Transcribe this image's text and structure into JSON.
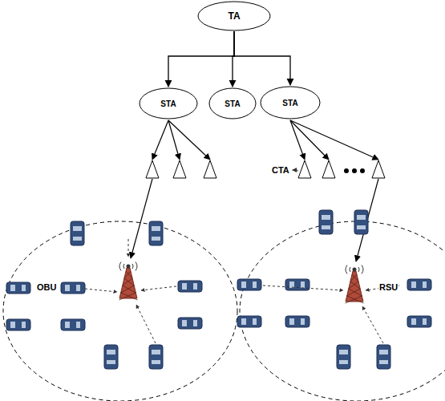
{
  "diagram": {
    "nodes": [
      {
        "text": [
          "TA"
        ]
      },
      {
        "text": [
          "STA"
        ]
      },
      {
        "text": [
          "STA"
        ]
      },
      {
        "text": [
          "STA"
        ]
      }
    ],
    "edges": [
      {
        "from": 0,
        "to": 1,
        "arrow": "to"
      },
      {
        "from": 0,
        "to": 2,
        "arrow": "to"
      },
      {
        "from": 0,
        "to": 3,
        "arrow": "to"
      }
    ],
    "labels": [
      "CTA",
      "OBU",
      "RSU"
    ]
  }
}
